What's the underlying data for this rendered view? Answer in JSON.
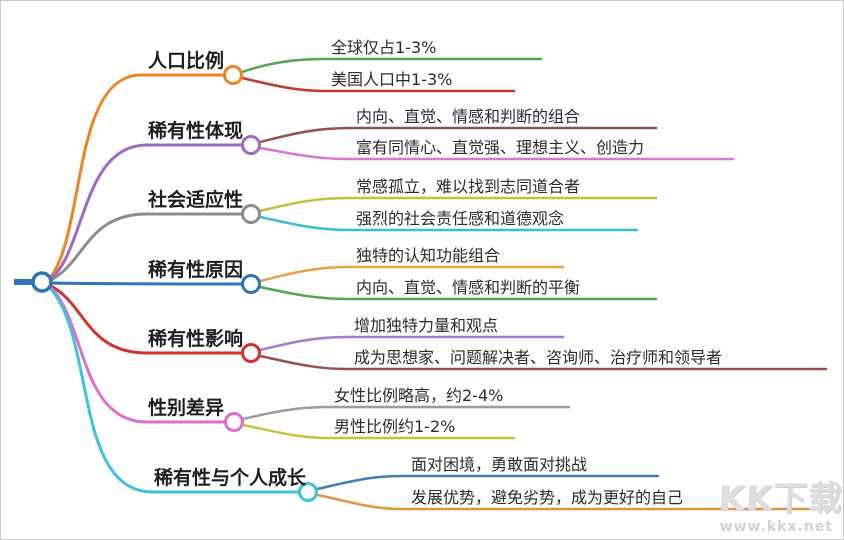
{
  "root": {
    "color": "#2E74B5"
  },
  "branches": [
    {
      "label": "人口比例",
      "color": "#ED8522",
      "children": [
        {
          "text": "全球仅占1-3%",
          "color": "#53A653"
        },
        {
          "text": "美国人口中1-3%",
          "color": "#BE3B2E"
        }
      ]
    },
    {
      "label": "稀有性体现",
      "color": "#9B6BC3",
      "children": [
        {
          "text": "内向、直觉、情感和判断的组合",
          "color": "#935250"
        },
        {
          "text": "富有同情心、直觉强、理想主义、创造力",
          "color": "#D978CE"
        }
      ]
    },
    {
      "label": "社会适应性",
      "color": "#8C8C8C",
      "children": [
        {
          "text": "常感孤立，难以找到志同道合者",
          "color": "#BDC33E"
        },
        {
          "text": "强烈的社会责任感和道德观念",
          "color": "#3CBDD1"
        }
      ]
    },
    {
      "label": "稀有性原因",
      "color": "#2E74B5",
      "children": [
        {
          "text": "独特的认知功能组合",
          "color": "#E8A04A"
        },
        {
          "text": "内向、直觉、情感和判断的平衡",
          "color": "#53A653"
        }
      ]
    },
    {
      "label": "稀有性影响",
      "color": "#D3312C",
      "children": [
        {
          "text": "增加独特力量和观点",
          "color": "#9F7FC8"
        },
        {
          "text": "成为思想家、问题解决者、咨询师、治疗师和领导者",
          "color": "#935250"
        }
      ]
    },
    {
      "label": "性别差异",
      "color": "#DE6FC9",
      "children": [
        {
          "text": "女性比例略高，约2-4%",
          "color": "#9C9C9C"
        },
        {
          "text": "男性比例约1-2%",
          "color": "#C3C33E"
        }
      ]
    },
    {
      "label": "稀有性与个人成长",
      "color": "#3EC1DB",
      "children": [
        {
          "text": "面对困境，勇敢面对挑战",
          "color": "#4181AE"
        },
        {
          "text": "发展优势，避免劣势，成为更好的自己",
          "color": "#E2953F"
        }
      ]
    }
  ],
  "watermark": {
    "logo": "KK下载",
    "url": "www.kkx.net"
  }
}
